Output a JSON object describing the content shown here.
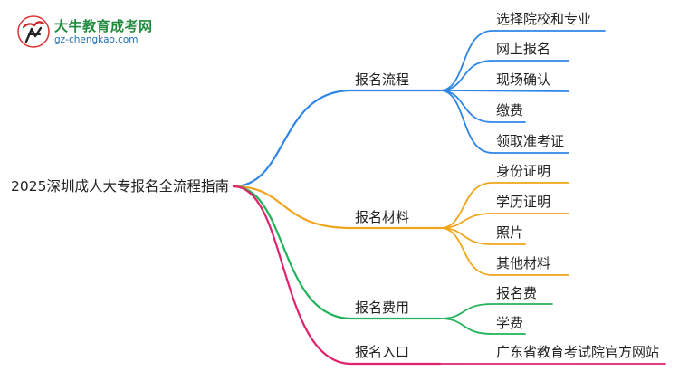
{
  "logo": {
    "brand_cn": "大牛教育成考网",
    "url": "gz-chengkao.com"
  },
  "root": "2025深圳成人大专报名全流程指南",
  "branches": [
    {
      "label": "报名流程",
      "color": "#2f86e6",
      "children": [
        "选择院校和专业",
        "网上报名",
        "现场确认",
        "缴费",
        "领取准考证"
      ]
    },
    {
      "label": "报名材料",
      "color": "#f0a51c",
      "children": [
        "身份证明",
        "学历证明",
        "照片",
        "其他材料"
      ]
    },
    {
      "label": "报名费用",
      "color": "#22b35a",
      "children": [
        "报名费",
        "学费"
      ]
    },
    {
      "label": "报名入口",
      "color": "#e0226b",
      "children": [
        "广东省教育考试院官方网站"
      ]
    }
  ]
}
